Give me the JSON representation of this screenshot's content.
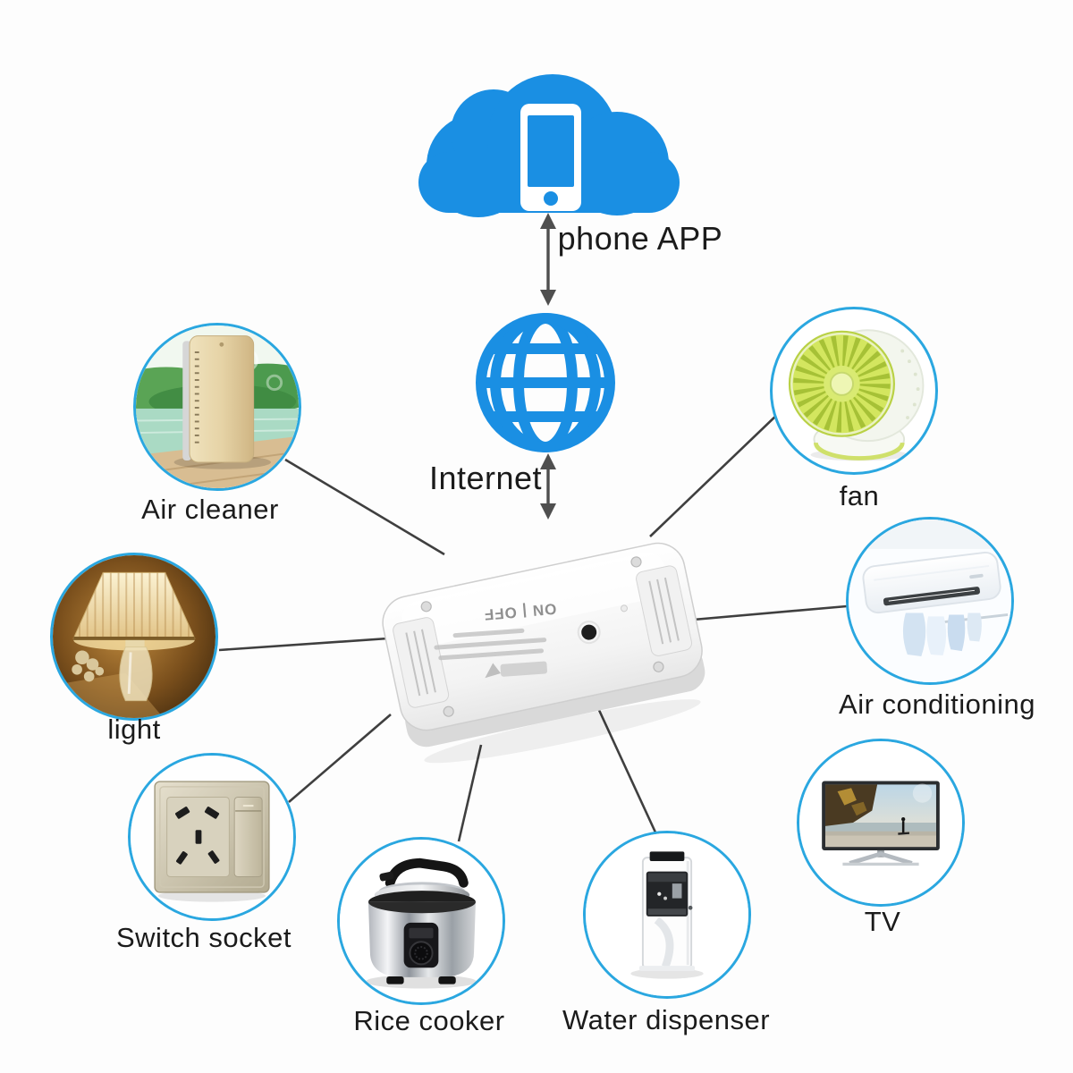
{
  "cloud": {
    "label": "phone APP"
  },
  "internet": {
    "label": "Internet"
  },
  "device": {
    "on_off_label": "ON | OFF"
  },
  "nodes": [
    {
      "id": "air-cleaner",
      "label": "Air cleaner"
    },
    {
      "id": "fan",
      "label": "fan"
    },
    {
      "id": "light",
      "label": "light"
    },
    {
      "id": "air-conditioning",
      "label": "Air conditioning"
    },
    {
      "id": "switch-socket",
      "label": "Switch socket"
    },
    {
      "id": "tv",
      "label": "TV"
    },
    {
      "id": "rice-cooker",
      "label": "Rice cooker"
    },
    {
      "id": "water-dispenser",
      "label": "Water dispenser"
    }
  ],
  "icons": {
    "cloud": "cloud-icon",
    "phone": "phone-icon",
    "internet": "globe-icon",
    "link_arrows": "double-arrow-icon"
  },
  "colors": {
    "brand_blue": "#1a8fe3",
    "circle_ring_blue": "#2aa7e0",
    "connector_gray": "#3f3f3f",
    "label_color": "#1b1b1b"
  }
}
